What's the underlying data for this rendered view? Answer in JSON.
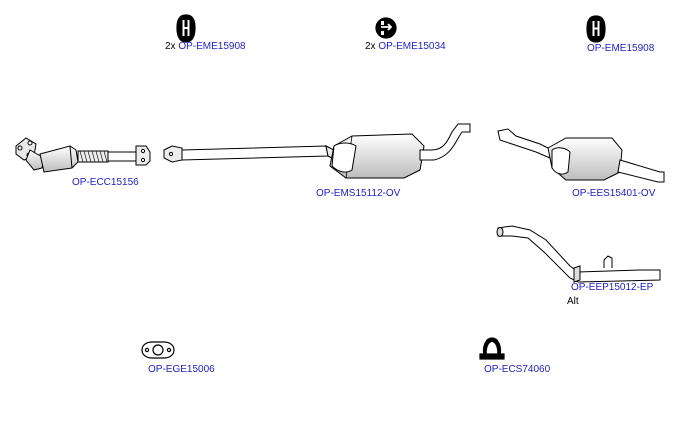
{
  "colors": {
    "part_number": "#1f1fbf",
    "outline": "#000000",
    "fill_light": "#ffffff",
    "fill_shade": "#cfcfcf"
  },
  "parts": [
    {
      "id": "hanger-1",
      "icon": "rubber-hanger-icon",
      "qty": "2x",
      "code": "OP-EME15908"
    },
    {
      "id": "hanger-2",
      "icon": "rubber-hanger-icon",
      "qty": "2x",
      "code": "OP-EME15034"
    },
    {
      "id": "hanger-3",
      "icon": "rubber-hanger-icon",
      "qty": "",
      "code": "OP-EME15908"
    },
    {
      "id": "catalytic-converter",
      "icon": "catalytic-converter-icon",
      "qty": "",
      "code": "OP-ECC15156"
    },
    {
      "id": "middle-silencer",
      "icon": "middle-silencer-icon",
      "qty": "",
      "code": "OP-EMS15112-OV"
    },
    {
      "id": "rear-silencer",
      "icon": "rear-silencer-icon",
      "qty": "",
      "code": "OP-EES15401-OV"
    },
    {
      "id": "end-pipe",
      "icon": "end-pipe-icon",
      "qty": "",
      "code": "OP-EEP15012-EP",
      "note": "Alt"
    },
    {
      "id": "gasket",
      "icon": "gasket-icon",
      "qty": "",
      "code": "OP-EGE15006"
    },
    {
      "id": "clamp",
      "icon": "clamp-icon",
      "qty": "",
      "code": "OP-ECS74060"
    }
  ]
}
